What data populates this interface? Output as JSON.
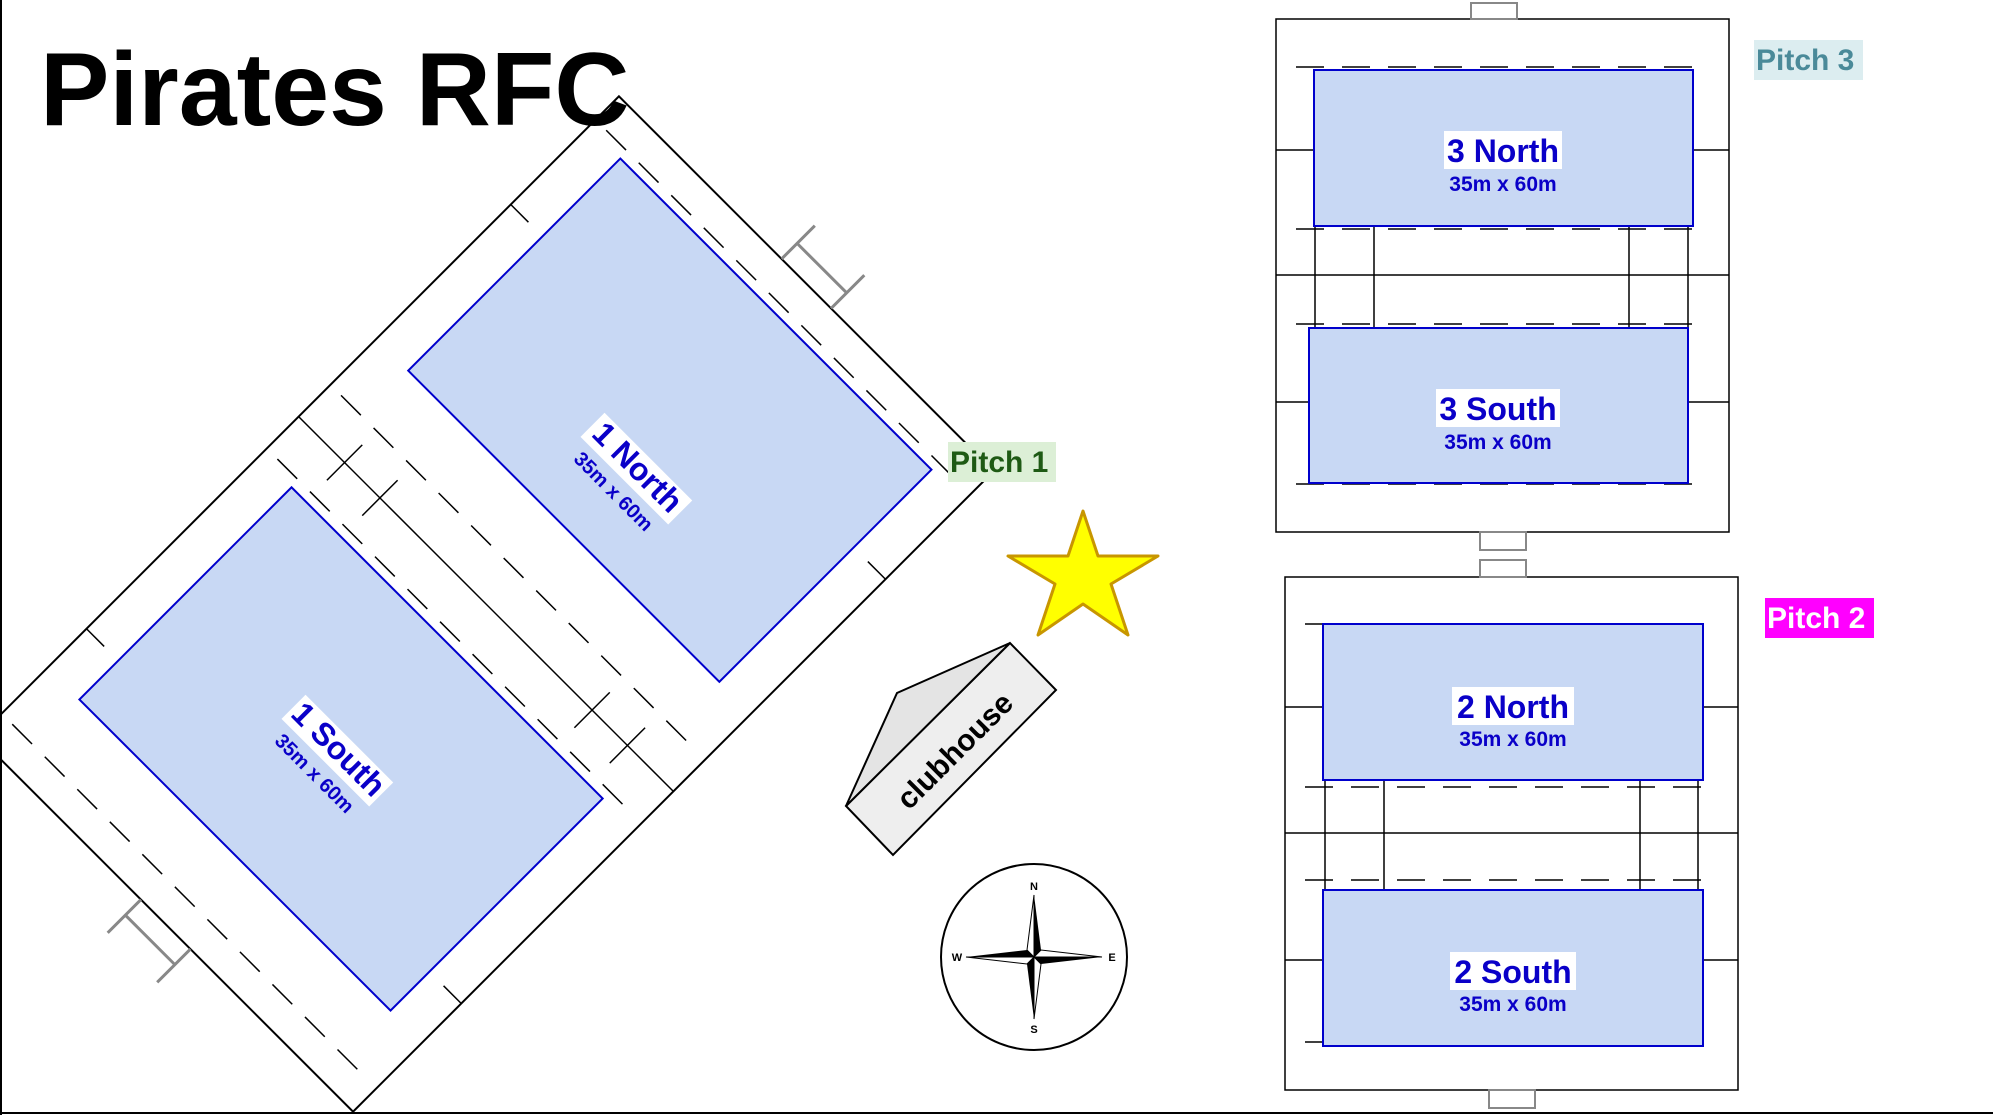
{
  "title": "Pirates RFC",
  "pitch_labels": {
    "pitch1": "Pitch 1",
    "pitch2": "Pitch 2",
    "pitch3": "Pitch 3"
  },
  "pitch_label_colors": {
    "pitch1": {
      "text": "#1e5a14",
      "bg": "#dcefd6"
    },
    "pitch2": {
      "text": "#ffffff",
      "bg": "#ff00ff"
    },
    "pitch3": {
      "text": "#4a8a99",
      "bg": "#dcedf0"
    }
  },
  "fields": {
    "p1_north": {
      "name": "1 North",
      "size": "35m x 60m"
    },
    "p1_south": {
      "name": "1 South",
      "size": "35m x 60m"
    },
    "p2_north": {
      "name": "2 North",
      "size": "35m x 60m"
    },
    "p2_south": {
      "name": "2 South",
      "size": "35m x 60m"
    },
    "p3_north": {
      "name": "3 North",
      "size": "35m x 60m"
    },
    "p3_south": {
      "name": "3 South",
      "size": "35m x 60m"
    }
  },
  "clubhouse_label": "clubhouse",
  "compass": {
    "n": "N",
    "s": "S",
    "e": "E",
    "w": "W"
  },
  "colors": {
    "field_fill": "#c8d8f4",
    "field_stroke": "#0000cc",
    "label_text": "#0a00c8",
    "star": "#ffff00",
    "star_stroke": "#c89600"
  },
  "icons": {
    "marker": "star-icon",
    "compass": "compass-rose-icon"
  }
}
